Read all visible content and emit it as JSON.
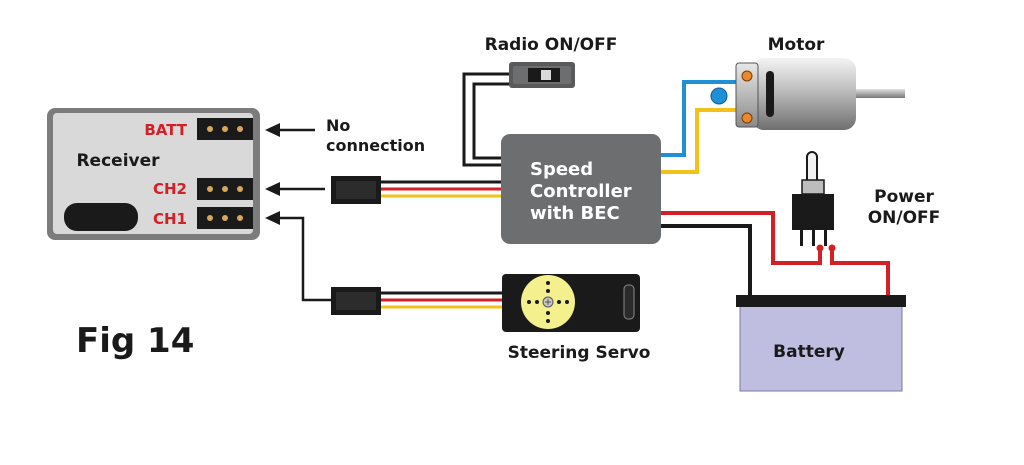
{
  "figure_label": "Fig 14",
  "receiver": {
    "title": "Receiver",
    "ports": {
      "batt": "BATT",
      "ch2": "CH2",
      "ch1": "CH1"
    }
  },
  "annotations": {
    "no_connection_line1": "No",
    "no_connection_line2": "connection"
  },
  "radio_switch": {
    "label": "Radio ON/OFF"
  },
  "motor": {
    "label": "Motor"
  },
  "speed_controller": {
    "line1": "Speed",
    "line2": "Controller",
    "line3": "with BEC"
  },
  "power_switch": {
    "line1": "Power",
    "line2": "ON/OFF"
  },
  "servo": {
    "label": "Steering Servo"
  },
  "battery": {
    "label": "Battery"
  },
  "colors": {
    "receiver_body": "#d9d9d9",
    "port_label_red": "#d32027",
    "controller_body": "#6d6e70",
    "battery_body": "#bfbde0",
    "servo_horn": "#f3f08d",
    "wire_red": "#d32027",
    "wire_yellow": "#f2c21b",
    "wire_blue": "#1f8fd6",
    "wire_black": "#1a1a1a"
  }
}
